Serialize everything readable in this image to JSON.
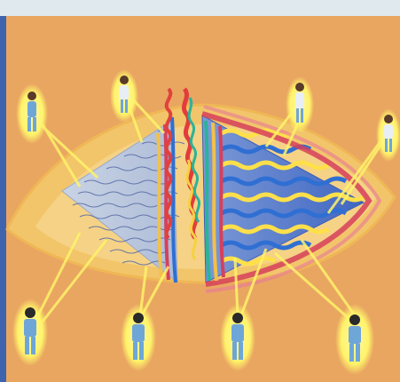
{
  "artwork": {
    "kind": "painting",
    "colors": {
      "canvas_bg": "#e9a661",
      "top_band": "#dfe9ee",
      "left_band": "#3f63ad",
      "outer_glow": "#f3c76b",
      "left_fan": "#b9c7dd",
      "right_fan": "#5b7fc9",
      "wave_blue": "#2f6fd3",
      "wave_yellow": "#ffe04a",
      "wave_red": "#d6405b",
      "figure_blue": "#6fa6d8",
      "figure_glow": "#fff36a",
      "beam": "#fff36a"
    },
    "figures": [
      {
        "id": "top-left-woman",
        "kind": "woman"
      },
      {
        "id": "top-center-woman",
        "kind": "woman"
      },
      {
        "id": "top-right-woman",
        "kind": "woman"
      },
      {
        "id": "right-woman",
        "kind": "woman"
      },
      {
        "id": "bottom-left-man",
        "kind": "man"
      },
      {
        "id": "bottom-center-man",
        "kind": "man"
      },
      {
        "id": "bottom-mid-man",
        "kind": "man"
      },
      {
        "id": "bottom-right-man",
        "kind": "man"
      }
    ]
  }
}
